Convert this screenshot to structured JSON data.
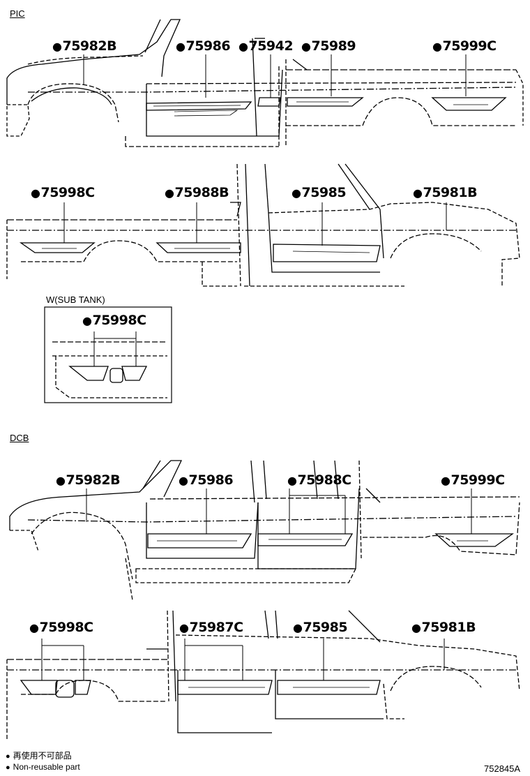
{
  "sections": {
    "pic": "PIC",
    "dcb": "DCB"
  },
  "inset": {
    "label": "W(SUB TANK)"
  },
  "marker": "●",
  "parts": {
    "pic_top": [
      "75982B",
      "75986",
      "75942",
      "75989",
      "75999C"
    ],
    "pic_bottom": [
      "75998C",
      "75988B",
      "75985",
      "75981B"
    ],
    "inset": [
      "75998C"
    ],
    "dcb_top": [
      "75982B",
      "75986",
      "75988C",
      "75999C"
    ],
    "dcb_bottom": [
      "75998C",
      "75987C",
      "75985",
      "75981B"
    ]
  },
  "legend": {
    "japanese": "再使用不可部品",
    "english": "Non-reusable part"
  },
  "diagram_id": "752845A"
}
